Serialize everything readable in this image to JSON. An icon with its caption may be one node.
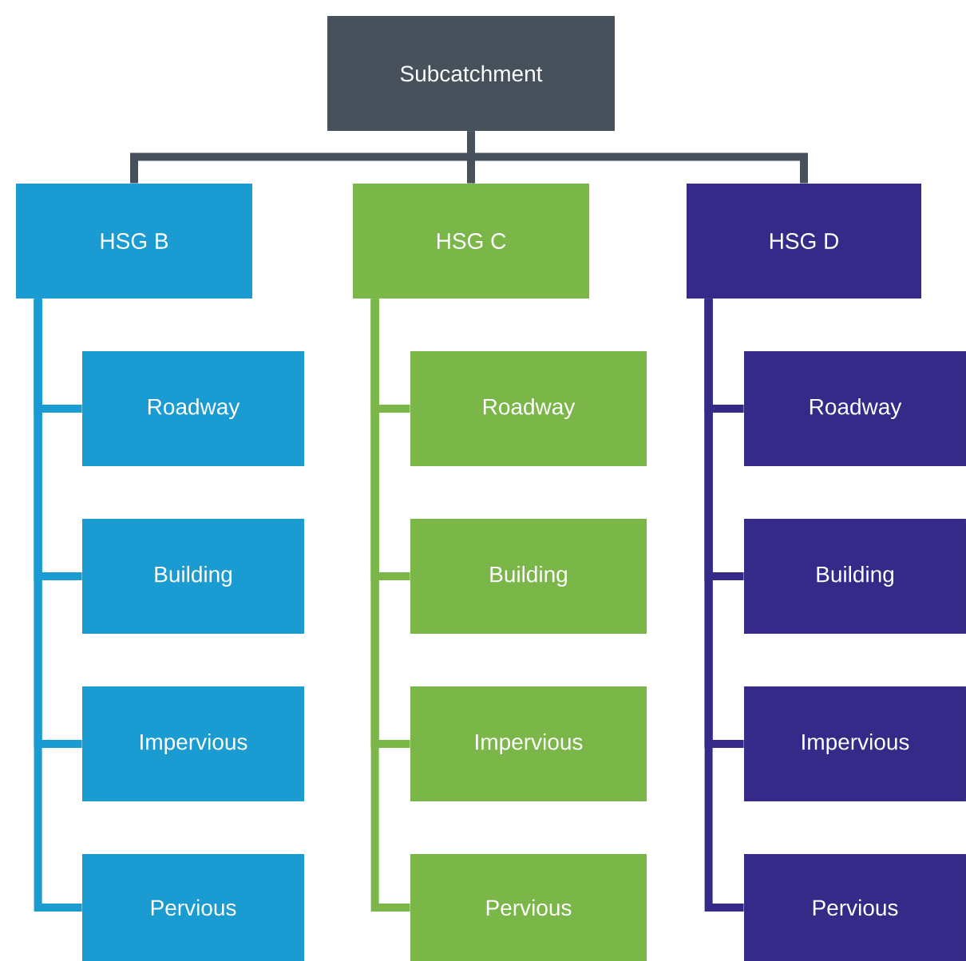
{
  "diagram": {
    "nodes": [
      {
        "text": [
          "Subcatchment"
        ]
      },
      {
        "text": [
          "HSG B"
        ]
      },
      {
        "text": [
          "Roadway"
        ]
      },
      {
        "text": [
          "Building"
        ]
      },
      {
        "text": [
          "Impervious"
        ]
      },
      {
        "text": [
          "Pervious"
        ]
      },
      {
        "text": [
          "HSG C"
        ]
      },
      {
        "text": [
          "Roadway"
        ]
      },
      {
        "text": [
          "Building"
        ]
      },
      {
        "text": [
          "Impervious"
        ]
      },
      {
        "text": [
          "Pervious"
        ]
      },
      {
        "text": [
          "HSG D"
        ]
      },
      {
        "text": [
          "Roadway"
        ]
      },
      {
        "text": [
          "Building"
        ]
      },
      {
        "text": [
          "Impervious"
        ]
      },
      {
        "text": [
          "Pervious"
        ]
      }
    ],
    "edges": [
      {
        "from": 0,
        "to": 1,
        "arrow": "none",
        "color": "#46515b"
      },
      {
        "from": 0,
        "to": 6,
        "arrow": "none",
        "color": "#46515b"
      },
      {
        "from": 0,
        "to": 11,
        "arrow": "none",
        "color": "#46515b"
      },
      {
        "from": 1,
        "to": 2,
        "arrow": "none",
        "color": "#1a9bd1"
      },
      {
        "from": 1,
        "to": 3,
        "arrow": "none",
        "color": "#1a9bd1"
      },
      {
        "from": 1,
        "to": 4,
        "arrow": "none",
        "color": "#1a9bd1"
      },
      {
        "from": 1,
        "to": 5,
        "arrow": "none",
        "color": "#1a9bd1"
      },
      {
        "from": 6,
        "to": 7,
        "arrow": "none",
        "color": "#7ab648"
      },
      {
        "from": 6,
        "to": 8,
        "arrow": "none",
        "color": "#7ab648"
      },
      {
        "from": 6,
        "to": 9,
        "arrow": "none",
        "color": "#7ab648"
      },
      {
        "from": 6,
        "to": 10,
        "arrow": "none",
        "color": "#7ab648"
      },
      {
        "from": 11,
        "to": 12,
        "arrow": "none",
        "color": "#352a87"
      },
      {
        "from": 11,
        "to": 13,
        "arrow": "none",
        "color": "#352a87"
      },
      {
        "from": 11,
        "to": 14,
        "arrow": "none",
        "color": "#352a87"
      },
      {
        "from": 11,
        "to": 15,
        "arrow": "none",
        "color": "#352a87"
      }
    ]
  }
}
